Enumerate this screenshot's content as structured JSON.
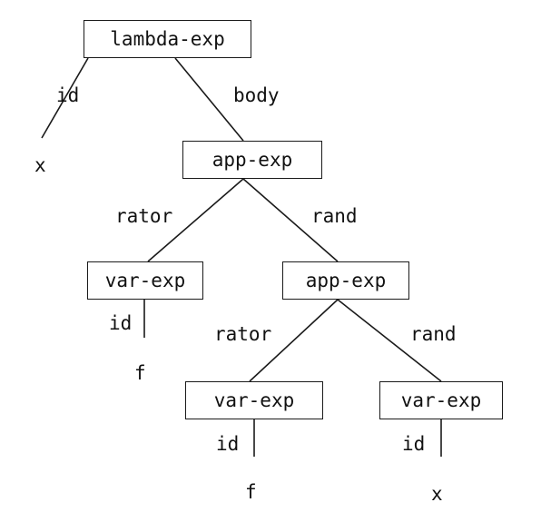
{
  "nodes": {
    "root": "lambda-exp",
    "app_top": "app-exp",
    "var_f1": "var-exp",
    "app_inner": "app-exp",
    "var_f2": "var-exp",
    "var_x": "var-exp"
  },
  "edge_labels": {
    "root_id": "id",
    "root_body": "body",
    "app_top_rator": "rator",
    "app_top_rand": "rand",
    "var_f1_id": "id",
    "app_inner_rator": "rator",
    "app_inner_rand": "rand",
    "var_f2_id": "id",
    "var_x_id": "id"
  },
  "leaves": {
    "root_id_value": "x",
    "var_f1_value": "f",
    "var_f2_value": "f",
    "var_x_value": "x"
  }
}
